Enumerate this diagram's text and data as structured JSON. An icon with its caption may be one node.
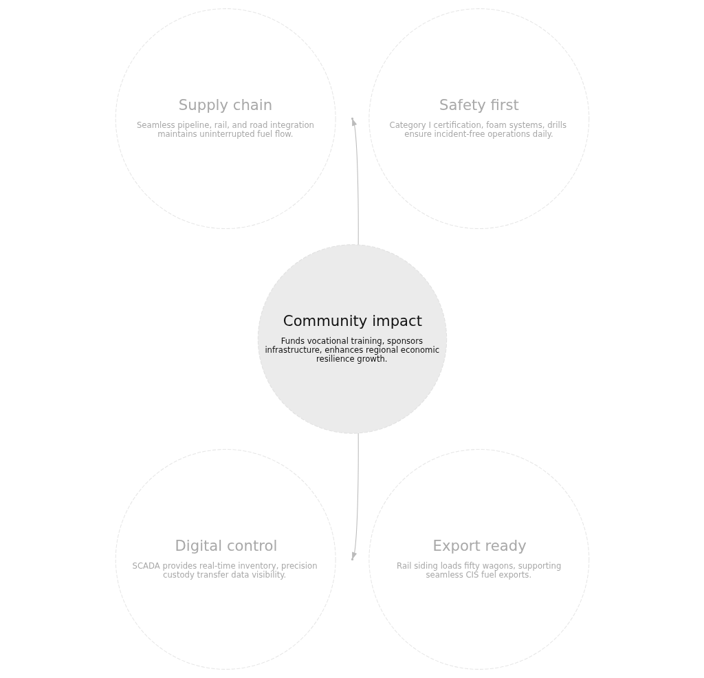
{
  "diagram": {
    "nodes": [
      {
        "text": [
          "Supply chain",
          "Seamless pipeline, rail, and road integration maintains uninterrupted fuel flow."
        ]
      },
      {
        "text": [
          "Safety first",
          "Category I certification, foam systems, drills ensure incident-free operations daily."
        ]
      },
      {
        "text": [
          "Community impact",
          "Funds vocational training, sponsors infrastructure, enhances regional economic resilience growth."
        ]
      },
      {
        "text": [
          "Digital control",
          "SCADA provides real-time inventory, precision custody transfer data visibility."
        ]
      },
      {
        "text": [
          "Export ready",
          "Rail siding loads fifty wagons, supporting seamless CIS fuel exports."
        ]
      }
    ],
    "edges": [
      {
        "from": 2,
        "to": null,
        "arrow": "to"
      },
      {
        "from": 2,
        "to": null,
        "arrow": "to"
      }
    ]
  }
}
